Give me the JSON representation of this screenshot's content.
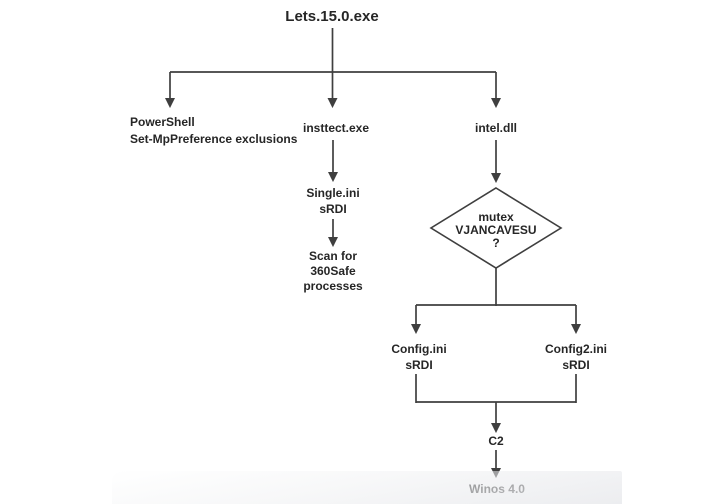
{
  "colors": {
    "background": "#ffffff",
    "line": "#3f3f3f",
    "text": "#262626"
  },
  "title": {
    "label": "Lets.15.0.exe"
  },
  "nodes": {
    "powershell": {
      "lines": [
        "PowerShell",
        "Set-MpPreference exclusions"
      ]
    },
    "insttect": {
      "label": "insttect.exe"
    },
    "intel": {
      "label": "intel.dll"
    },
    "single_ini": {
      "lines": [
        "Single.ini",
        "sRDI"
      ]
    },
    "scan_360safe": {
      "lines": [
        "Scan for",
        "360Safe",
        "processes"
      ]
    },
    "mutex_check": {
      "shape": "decision-diamond",
      "lines": [
        "mutex",
        "VJANCAVESU",
        "?"
      ]
    },
    "config_ini": {
      "lines": [
        "Config.ini",
        "sRDI"
      ]
    },
    "config2_ini": {
      "lines": [
        "Config2.ini",
        "sRDI"
      ]
    },
    "c2": {
      "label": "C2"
    },
    "winos": {
      "label": "Winos 4.0"
    }
  }
}
